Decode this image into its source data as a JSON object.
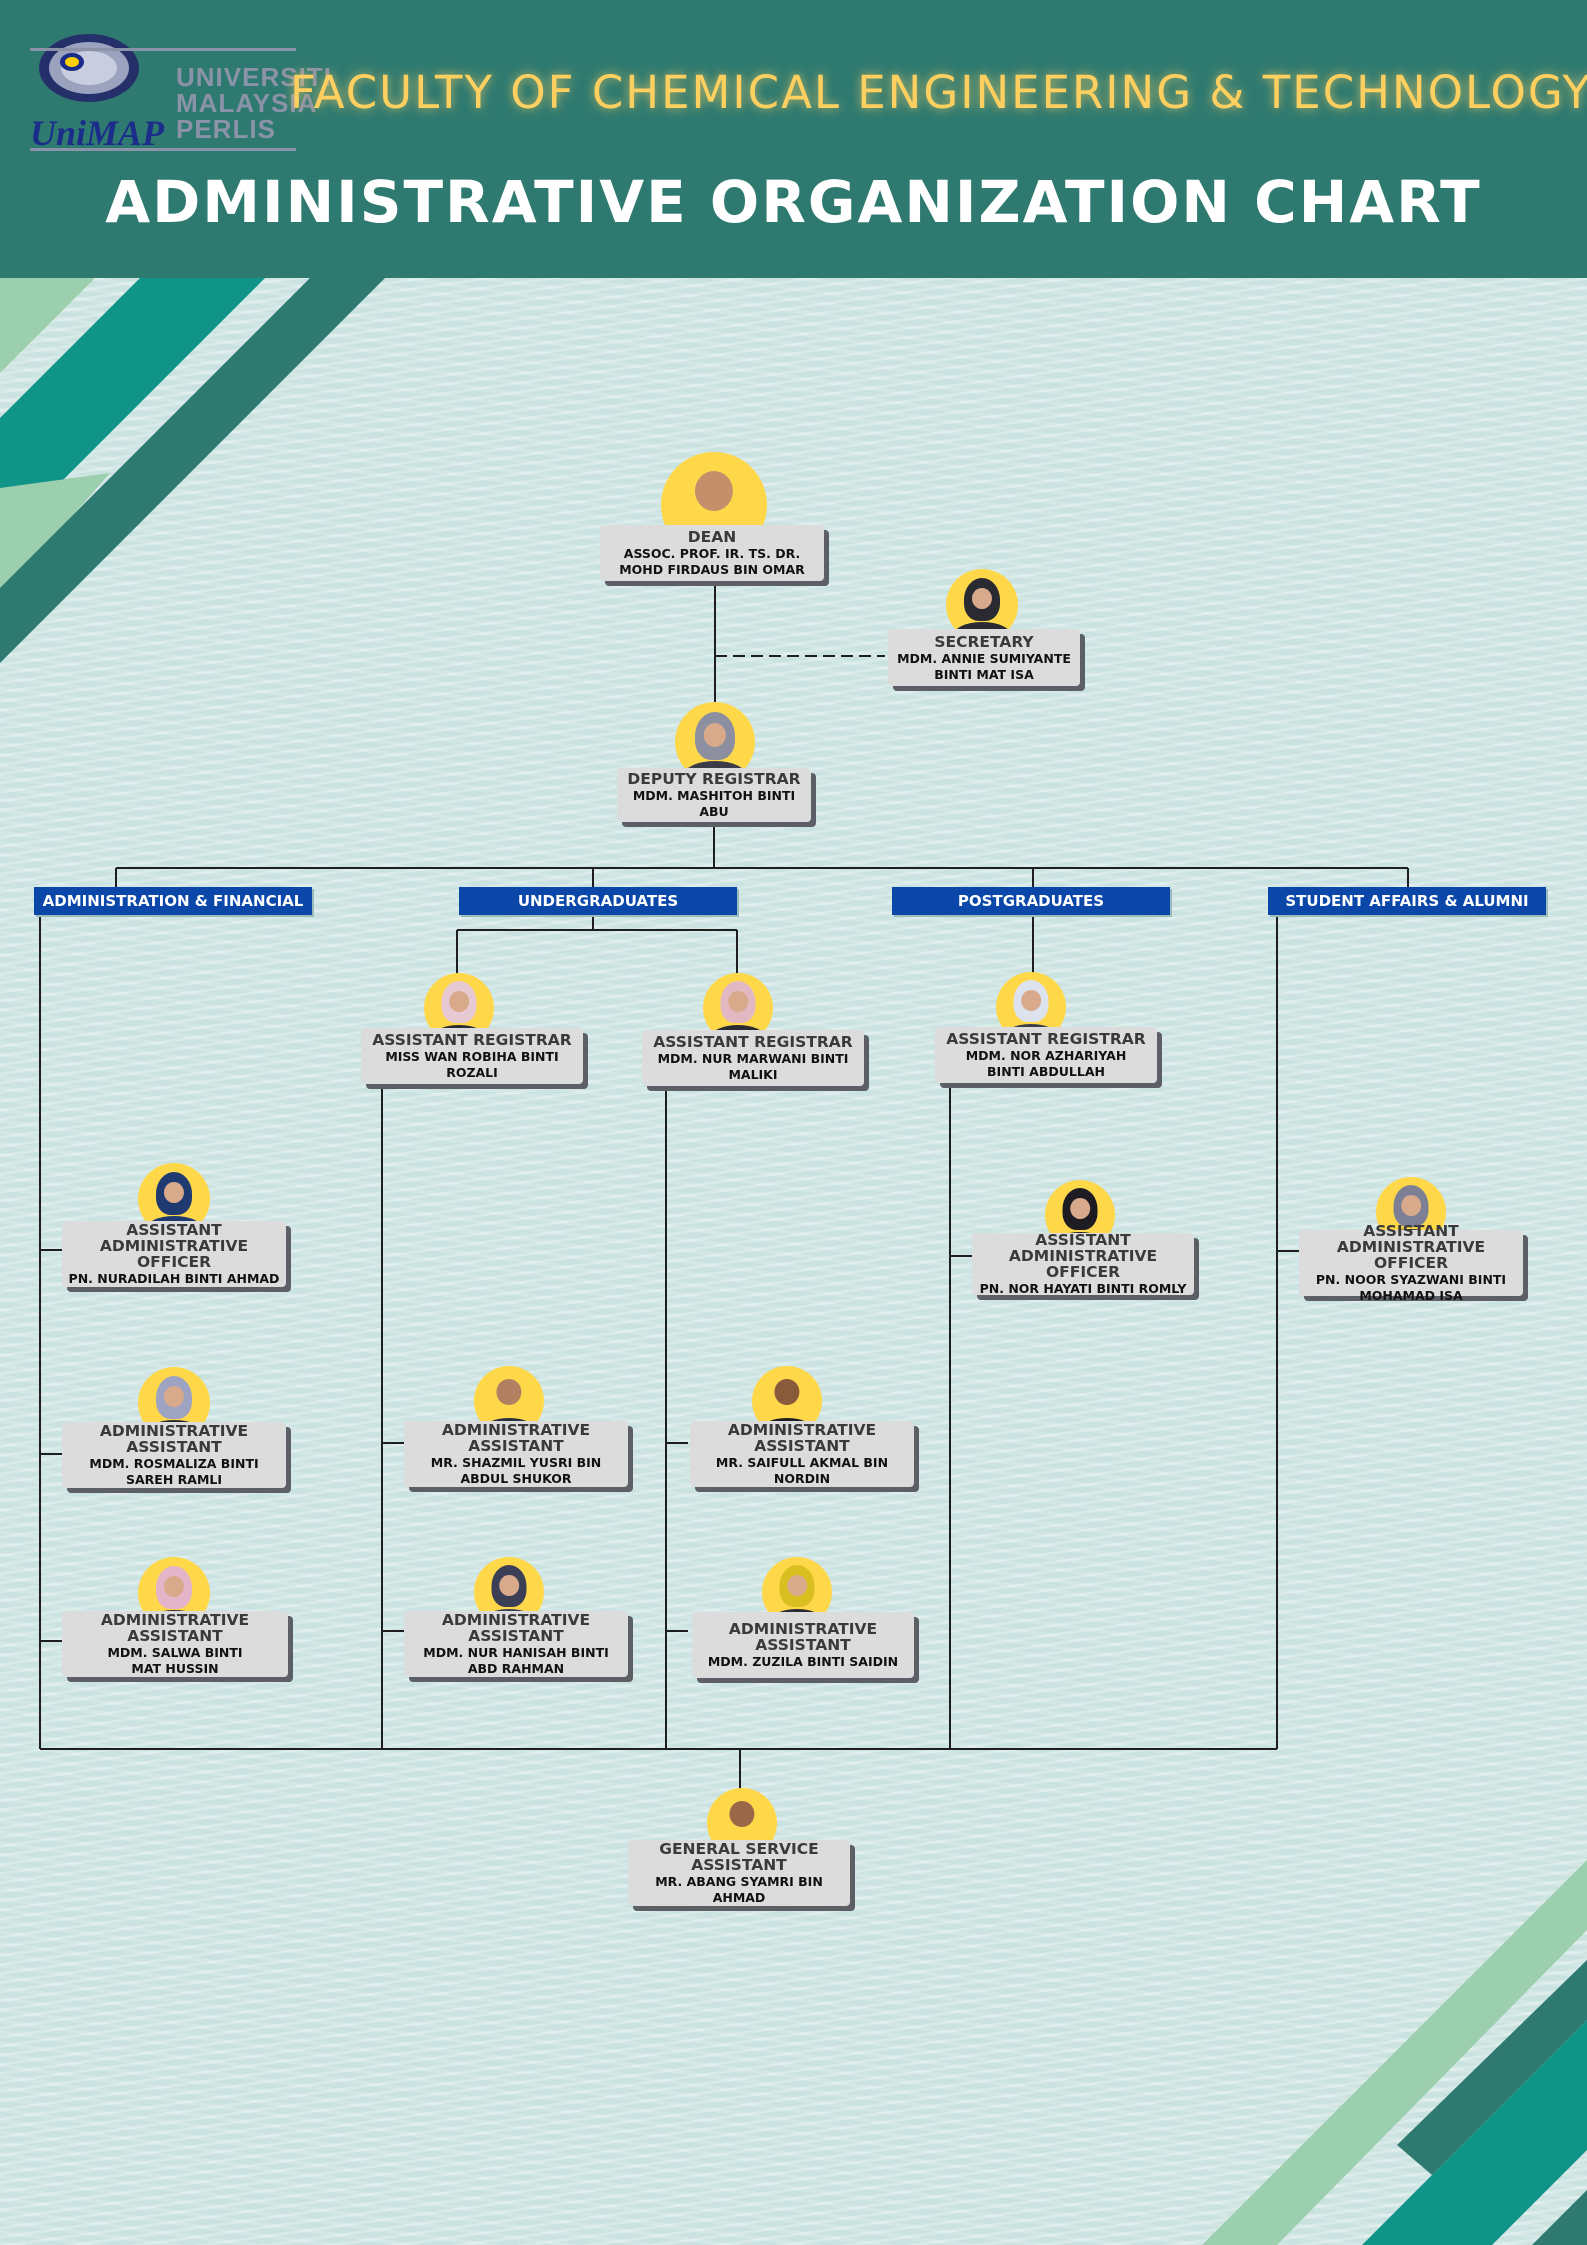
{
  "header": {
    "logo_lines": [
      "UNIVERSITI",
      "MALAYSIA",
      "PERLIS"
    ],
    "logo_brand": "UniMAP",
    "faculty_title": "FACULTY OF CHEMICAL ENGINEERING & TECHNOLOGY",
    "main_title": "ADMINISTRATIVE ORGANIZATION CHART"
  },
  "colors": {
    "header_bg": "#2f7a70",
    "faculty_title": "#ffd060",
    "dept_box": "#0a47a8",
    "avatar_bg": "#ffd84a",
    "card_bg": "#dcdcdc"
  },
  "departments": [
    "ADMINISTRATION & FINANCIAL",
    "UNDERGRADUATES",
    "POSTGRADUATES",
    "STUDENT AFFAIRS & ALUMNI"
  ],
  "people": {
    "dean": {
      "role": "DEAN",
      "name": [
        "ASSOC. PROF. IR. TS. DR.",
        "MOHD FIRDAUS BIN OMAR"
      ]
    },
    "secretary": {
      "role": "SECRETARY",
      "name": [
        "MDM. ANNIE SUMIYANTE",
        "BINTI MAT ISA"
      ]
    },
    "deputy": {
      "role": "DEPUTY REGISTRAR",
      "name": [
        "MDM. MASHITOH BINTI",
        "ABU"
      ]
    },
    "ar_ug1": {
      "role": "ASSISTANT REGISTRAR",
      "name": [
        "MISS WAN ROBIHA BINTI",
        "ROZALI"
      ]
    },
    "ar_ug2": {
      "role": "ASSISTANT REGISTRAR",
      "name": [
        "MDM. NUR MARWANI BINTI",
        "MALIKI"
      ]
    },
    "ar_pg": {
      "role": "ASSISTANT REGISTRAR",
      "name": [
        "MDM. NOR AZHARIYAH",
        "BINTI ABDULLAH"
      ]
    },
    "aao_admin": {
      "role": "ASSISTANT ADMINISTRATIVE OFFICER",
      "name": [
        "PN. NURADILAH BINTI AHMAD"
      ]
    },
    "aao_pg": {
      "role": "ASSISTANT ADMINISTRATIVE OFFICER",
      "name": [
        "PN. NOR HAYATI BINTI ROMLY"
      ]
    },
    "aao_sa": {
      "role": "ASSISTANT ADMINISTRATIVE OFFICER",
      "name": [
        "PN. NOOR SYAZWANI BINTI",
        "MOHAMAD ISA"
      ]
    },
    "aa_admin1": {
      "role": "ADMINISTRATIVE ASSISTANT",
      "name": [
        "MDM. ROSMALIZA BINTI",
        "SAREH RAMLI"
      ]
    },
    "aa_admin2": {
      "role": "ADMINISTRATIVE ASSISTANT",
      "name": [
        "MDM. SALWA BINTI",
        "MAT HUSSIN"
      ]
    },
    "aa_ug1a": {
      "role": "ADMINISTRATIVE ASSISTANT",
      "name": [
        "MR. SHAZMIL YUSRI BIN",
        "ABDUL SHUKOR"
      ]
    },
    "aa_ug1b": {
      "role": "ADMINISTRATIVE ASSISTANT",
      "name": [
        "MDM. NUR HANISAH BINTI",
        "ABD RAHMAN"
      ]
    },
    "aa_ug2a": {
      "role": "ADMINISTRATIVE ASSISTANT",
      "name": [
        "MR. SAIFULL AKMAL BIN",
        "NORDIN"
      ]
    },
    "aa_ug2b": {
      "role": "ADMINISTRATIVE ASSISTANT",
      "name": [
        "MDM. ZUZILA BINTI SAIDIN"
      ]
    },
    "gsa": {
      "role": "GENERAL SERVICE ASSISTANT",
      "name": [
        "MR. ABANG SYAMRI BIN",
        "AHMAD"
      ]
    }
  }
}
